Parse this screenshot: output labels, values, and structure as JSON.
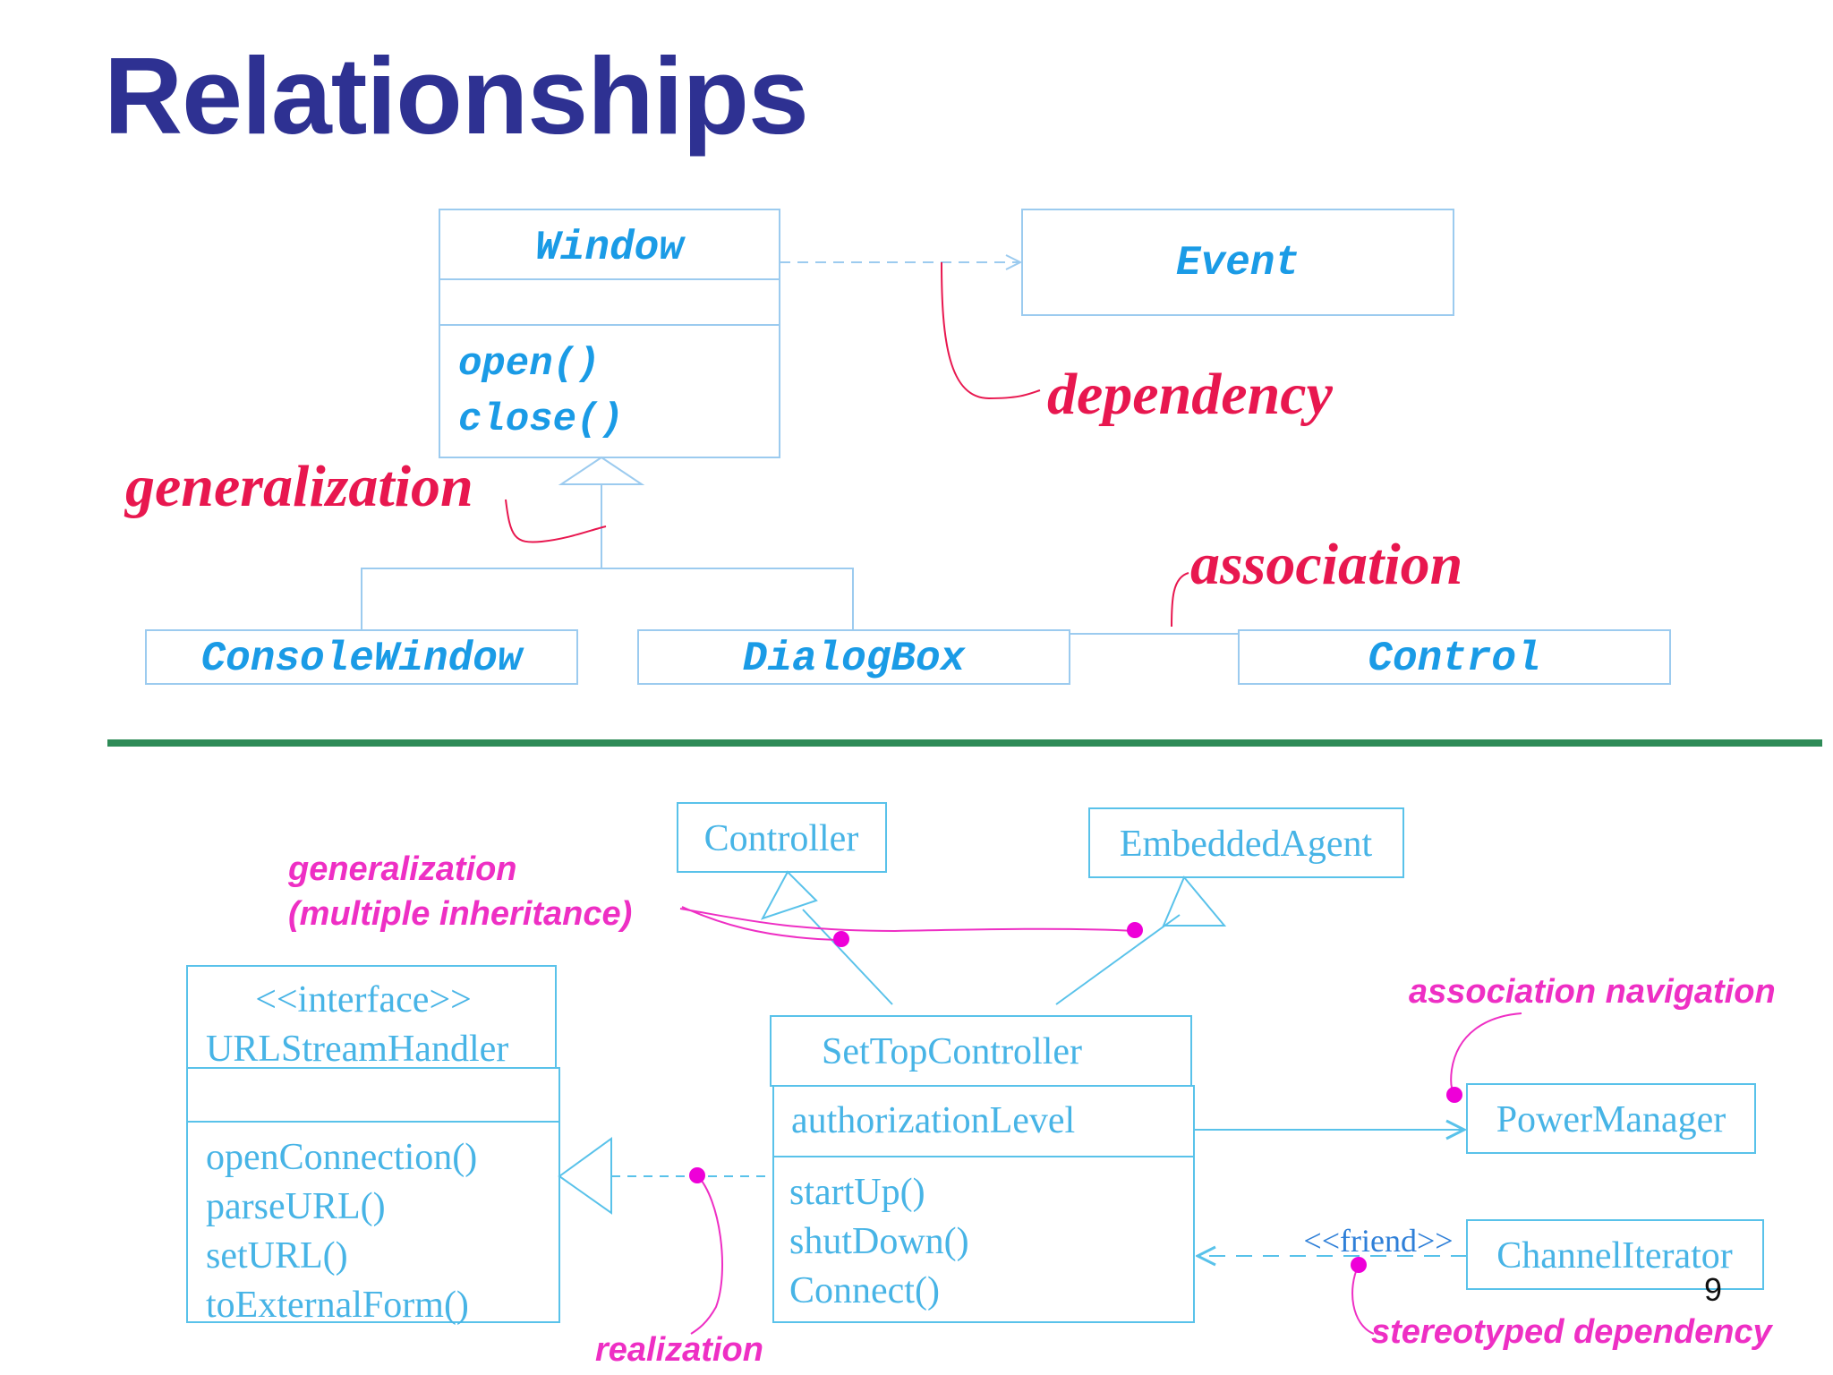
{
  "slide": {
    "title": "Relationships",
    "page_number": "9"
  },
  "top_diagram": {
    "classes": {
      "window": {
        "name": "Window",
        "operations": [
          "open()",
          "close()"
        ]
      },
      "event": {
        "name": "Event"
      },
      "console_window": {
        "name": "ConsoleWindow"
      },
      "dialog_box": {
        "name": "DialogBox"
      },
      "control": {
        "name": "Control"
      }
    },
    "labels": {
      "dependency": "dependency",
      "generalization": "generalization",
      "association": "association"
    }
  },
  "bottom_diagram": {
    "classes": {
      "controller": {
        "name": "Controller"
      },
      "embedded_agent": {
        "name": "EmbeddedAgent"
      },
      "url_stream_handler": {
        "stereotype": "<<interface>>",
        "name": "URLStreamHandler",
        "operations": [
          "openConnection()",
          "parseURL()",
          "setURL()",
          "toExternalForm()"
        ]
      },
      "set_top_controller": {
        "name": "SetTopController",
        "attributes": [
          "authorizationLevel"
        ],
        "operations": [
          "startUp()",
          "shutDown()",
          "Connect()"
        ]
      },
      "power_manager": {
        "name": "PowerManager"
      },
      "channel_iterator": {
        "name": "ChannelIterator"
      }
    },
    "stereotype_friend": "<<friend>>",
    "labels": {
      "generalization_line1": "generalization",
      "generalization_line2": "(multiple inheritance)",
      "association_navigation": "association navigation",
      "realization": "realization",
      "stereotyped_dependency": "stereotyped dependency"
    }
  },
  "colors": {
    "title": "#2e3192",
    "class_text_top": "#1a9be6",
    "class_text_bottom": "#47b4e6",
    "box_stroke_top": "#9ccbef",
    "box_stroke_bottom": "#59c2ea",
    "label_red": "#e8174f",
    "label_magenta": "#ee2fc4",
    "separator": "#2e8b57"
  }
}
